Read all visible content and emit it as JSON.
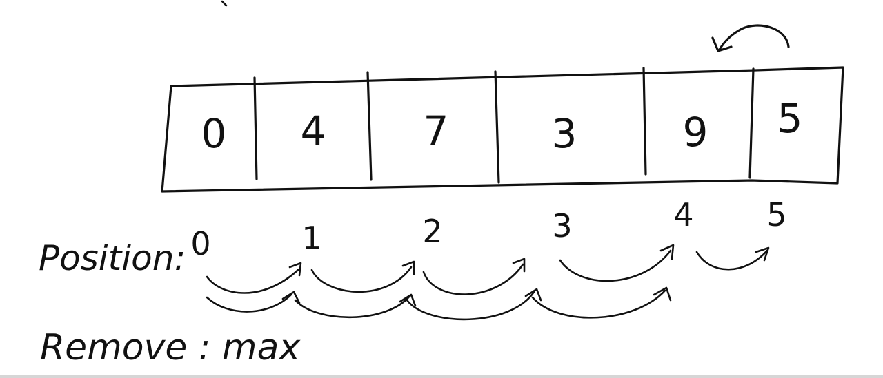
{
  "array": {
    "cells": [
      "0",
      "4",
      "7",
      "3",
      "9",
      "5"
    ]
  },
  "positions": {
    "label": "Position:",
    "indices": [
      "0",
      "1",
      "2",
      "3",
      "4",
      "5"
    ]
  },
  "remove": {
    "label": "Remove : max"
  },
  "colors": {
    "ink": "#111111",
    "background": "#ffffff"
  }
}
